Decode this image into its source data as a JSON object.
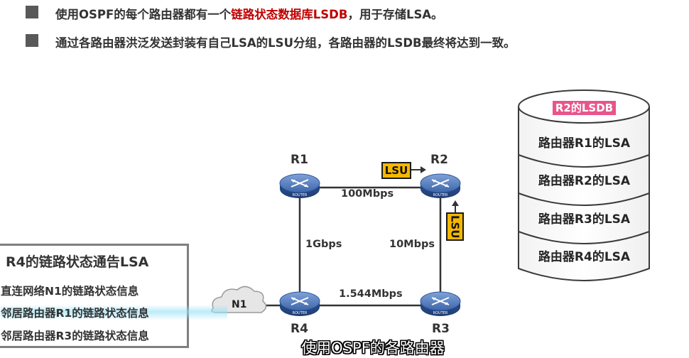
{
  "bullets": {
    "line1": {
      "prefix": "使用OSPF的每个路由器都有一个",
      "highlight": "链路状态数据库LSDB",
      "suffix": "，用于存储LSA。"
    },
    "line2": "通过各路由器洪泛发送封装有自己LSA的LSU分组，各路由器的LSDB最终将达到一致。"
  },
  "routers": {
    "r1": "R1",
    "r2": "R2",
    "r3": "R3",
    "r4": "R4",
    "icon_caption": "ROUTER"
  },
  "links": {
    "r1_r2": "100Mbps",
    "r1_r4": "1Gbps",
    "r2_r3": "10Mbps",
    "r4_r3": "1.544Mbps"
  },
  "network": {
    "n1": "N1"
  },
  "lsu_tags": {
    "horizontal": "LSU",
    "vertical": "LSU"
  },
  "lsa_box": {
    "title": "R4的链路状态通告LSA",
    "items": [
      "直连网络N1的链路状态信息",
      "邻居路由器R1的链路状态信息",
      "邻居路由器R3的链路状态信息"
    ]
  },
  "lsdb": {
    "title": "R2的LSDB",
    "entries": [
      "路由器R1的LSA",
      "路由器R2的LSA",
      "路由器R3的LSA",
      "路由器R4的LSA"
    ]
  },
  "subtitle": "使用OSPF的各路由器",
  "colors": {
    "highlight_red": "#c00000",
    "lsu_yellow": "#f5b800",
    "lsdb_title_pink": "#e8558a",
    "router_blue": "#3b63a8"
  }
}
